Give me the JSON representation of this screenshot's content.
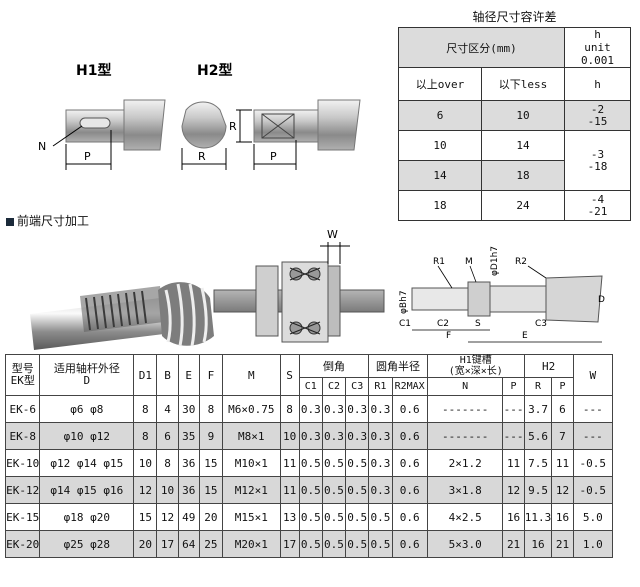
{
  "shaft_types": {
    "h1_label": "H1型",
    "h2_label": "H2型",
    "dim_N": "N",
    "dim_P1": "P",
    "dim_R1": "R",
    "dim_R2": "R",
    "dim_P2": "P"
  },
  "tolerance_table": {
    "title": "轴径尺寸容许差",
    "header_size": "尺寸区分(mm)",
    "header_h_line1": "h",
    "header_h_line2": "unit 0.001",
    "col_over": "以上over",
    "col_less": "以下less",
    "col_h": "h",
    "rows": [
      {
        "over": "6",
        "less": "10",
        "h": "-2\n-15"
      },
      {
        "over": "10",
        "less": "14",
        "h": "-3\n-18"
      },
      {
        "over": "14",
        "less": "18",
        "h": ""
      },
      {
        "over": "18",
        "less": "24",
        "h": "-4\n-21"
      }
    ]
  },
  "section": {
    "title": "前端尺寸加工"
  },
  "assembly_labels": {
    "W": "W"
  },
  "end_diagram_labels": {
    "R1": "R1",
    "M": "M",
    "D1": "φD1h7",
    "R2": "R2",
    "B": "φBh7",
    "D": "D",
    "C1": "C1",
    "C2": "C2",
    "S": "S",
    "C3": "C3",
    "F": "F",
    "E": "E"
  },
  "spec_table": {
    "headers": {
      "model": "型号\nEK型",
      "shaft_od": "适用轴杆外径\nD",
      "D1": "D1",
      "B": "B",
      "E": "E",
      "F": "F",
      "M": "M",
      "S": "S",
      "chamfer": "倒角",
      "C1": "C1",
      "C2": "C2",
      "C3": "C3",
      "radius": "圆角半径",
      "R1": "R1",
      "R2MAX": "R2MAX",
      "h1_key": "H1键槽\n(宽×深×长)",
      "N": "N",
      "P": "P",
      "h2": "H2",
      "R": "R",
      "P2": "P",
      "W": "W"
    },
    "rows": [
      {
        "model": "EK-6",
        "od": "φ6 φ8",
        "D1": "8",
        "B": "4",
        "E": "30",
        "F": "8",
        "M": "M6×0.75",
        "S": "8",
        "C1": "0.3",
        "C2": "0.3",
        "C3": "0.3",
        "R1": "0.3",
        "R2": "0.6",
        "N": "-------",
        "P": "---",
        "R": "3.7",
        "P2": "6",
        "W": "---"
      },
      {
        "model": "EK-8",
        "od": "φ10 φ12",
        "D1": "8",
        "B": "6",
        "E": "35",
        "F": "9",
        "M": "M8×1",
        "S": "10",
        "C1": "0.3",
        "C2": "0.3",
        "C3": "0.3",
        "R1": "0.3",
        "R2": "0.6",
        "N": "-------",
        "P": "---",
        "R": "5.6",
        "P2": "7",
        "W": "---"
      },
      {
        "model": "EK-10",
        "od": "φ12 φ14 φ15",
        "D1": "10",
        "B": "8",
        "E": "36",
        "F": "15",
        "M": "M10×1",
        "S": "11",
        "C1": "0.5",
        "C2": "0.5",
        "C3": "0.5",
        "R1": "0.3",
        "R2": "0.6",
        "N": "2×1.2",
        "P": "11",
        "R": "7.5",
        "P2": "11",
        "W": "-0.5"
      },
      {
        "model": "EK-12",
        "od": "φ14 φ15 φ16",
        "D1": "12",
        "B": "10",
        "E": "36",
        "F": "15",
        "M": "M12×1",
        "S": "11",
        "C1": "0.5",
        "C2": "0.5",
        "C3": "0.5",
        "R1": "0.3",
        "R2": "0.6",
        "N": "3×1.8",
        "P": "12",
        "R": "9.5",
        "P2": "12",
        "W": "-0.5"
      },
      {
        "model": "EK-15",
        "od": "φ18 φ20",
        "D1": "15",
        "B": "12",
        "E": "49",
        "F": "20",
        "M": "M15×1",
        "S": "13",
        "C1": "0.5",
        "C2": "0.5",
        "C3": "0.5",
        "R1": "0.5",
        "R2": "0.6",
        "N": "4×2.5",
        "P": "16",
        "R": "11.3",
        "P2": "16",
        "W": "5.0"
      },
      {
        "model": "EK-20",
        "od": "φ25 φ28",
        "D1": "20",
        "B": "17",
        "E": "64",
        "F": "25",
        "M": "M20×1",
        "S": "17",
        "C1": "0.5",
        "C2": "0.5",
        "C3": "0.5",
        "R1": "0.5",
        "R2": "0.6",
        "N": "5×3.0",
        "P": "21",
        "R": "16",
        "P2": "21",
        "W": "1.0"
      }
    ]
  }
}
